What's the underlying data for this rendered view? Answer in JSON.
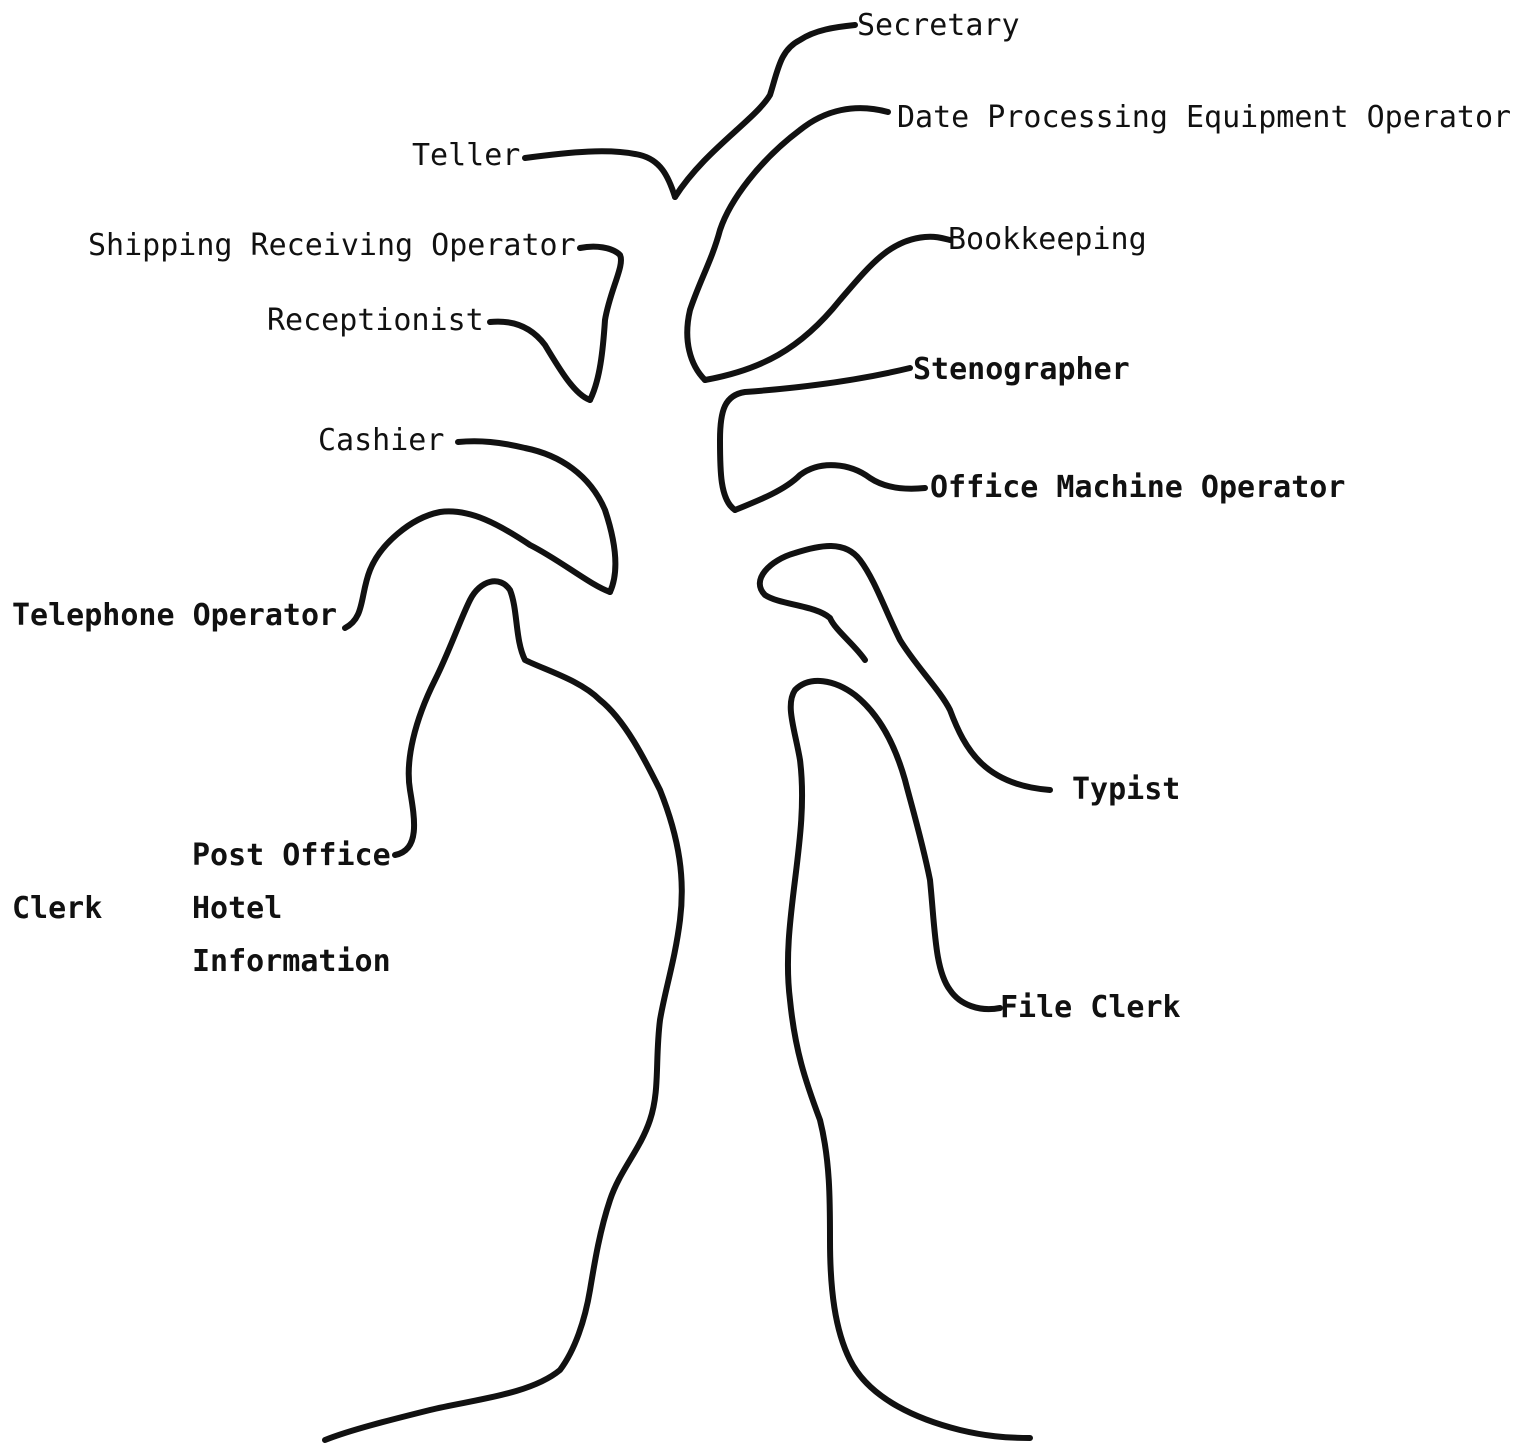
{
  "labels": {
    "secretary": "Secretary",
    "data_processing": "Date Processing Equipment Operator",
    "teller": "Teller",
    "bookkeeping": "Bookkeeping",
    "shipping_receiving": "Shipping Receiving Operator",
    "receptionist": "Receptionist",
    "stenographer": "Stenographer",
    "cashier": "Cashier",
    "office_machine": "Office Machine Operator",
    "telephone": "Telephone Operator",
    "typist": "Typist",
    "post_office": "Post Office",
    "clerk": "Clerk",
    "hotel": "Hotel",
    "information": "Information",
    "file_clerk": "File Clerk"
  },
  "colors": {
    "ink": "#111111",
    "paper": "#ffffff"
  }
}
